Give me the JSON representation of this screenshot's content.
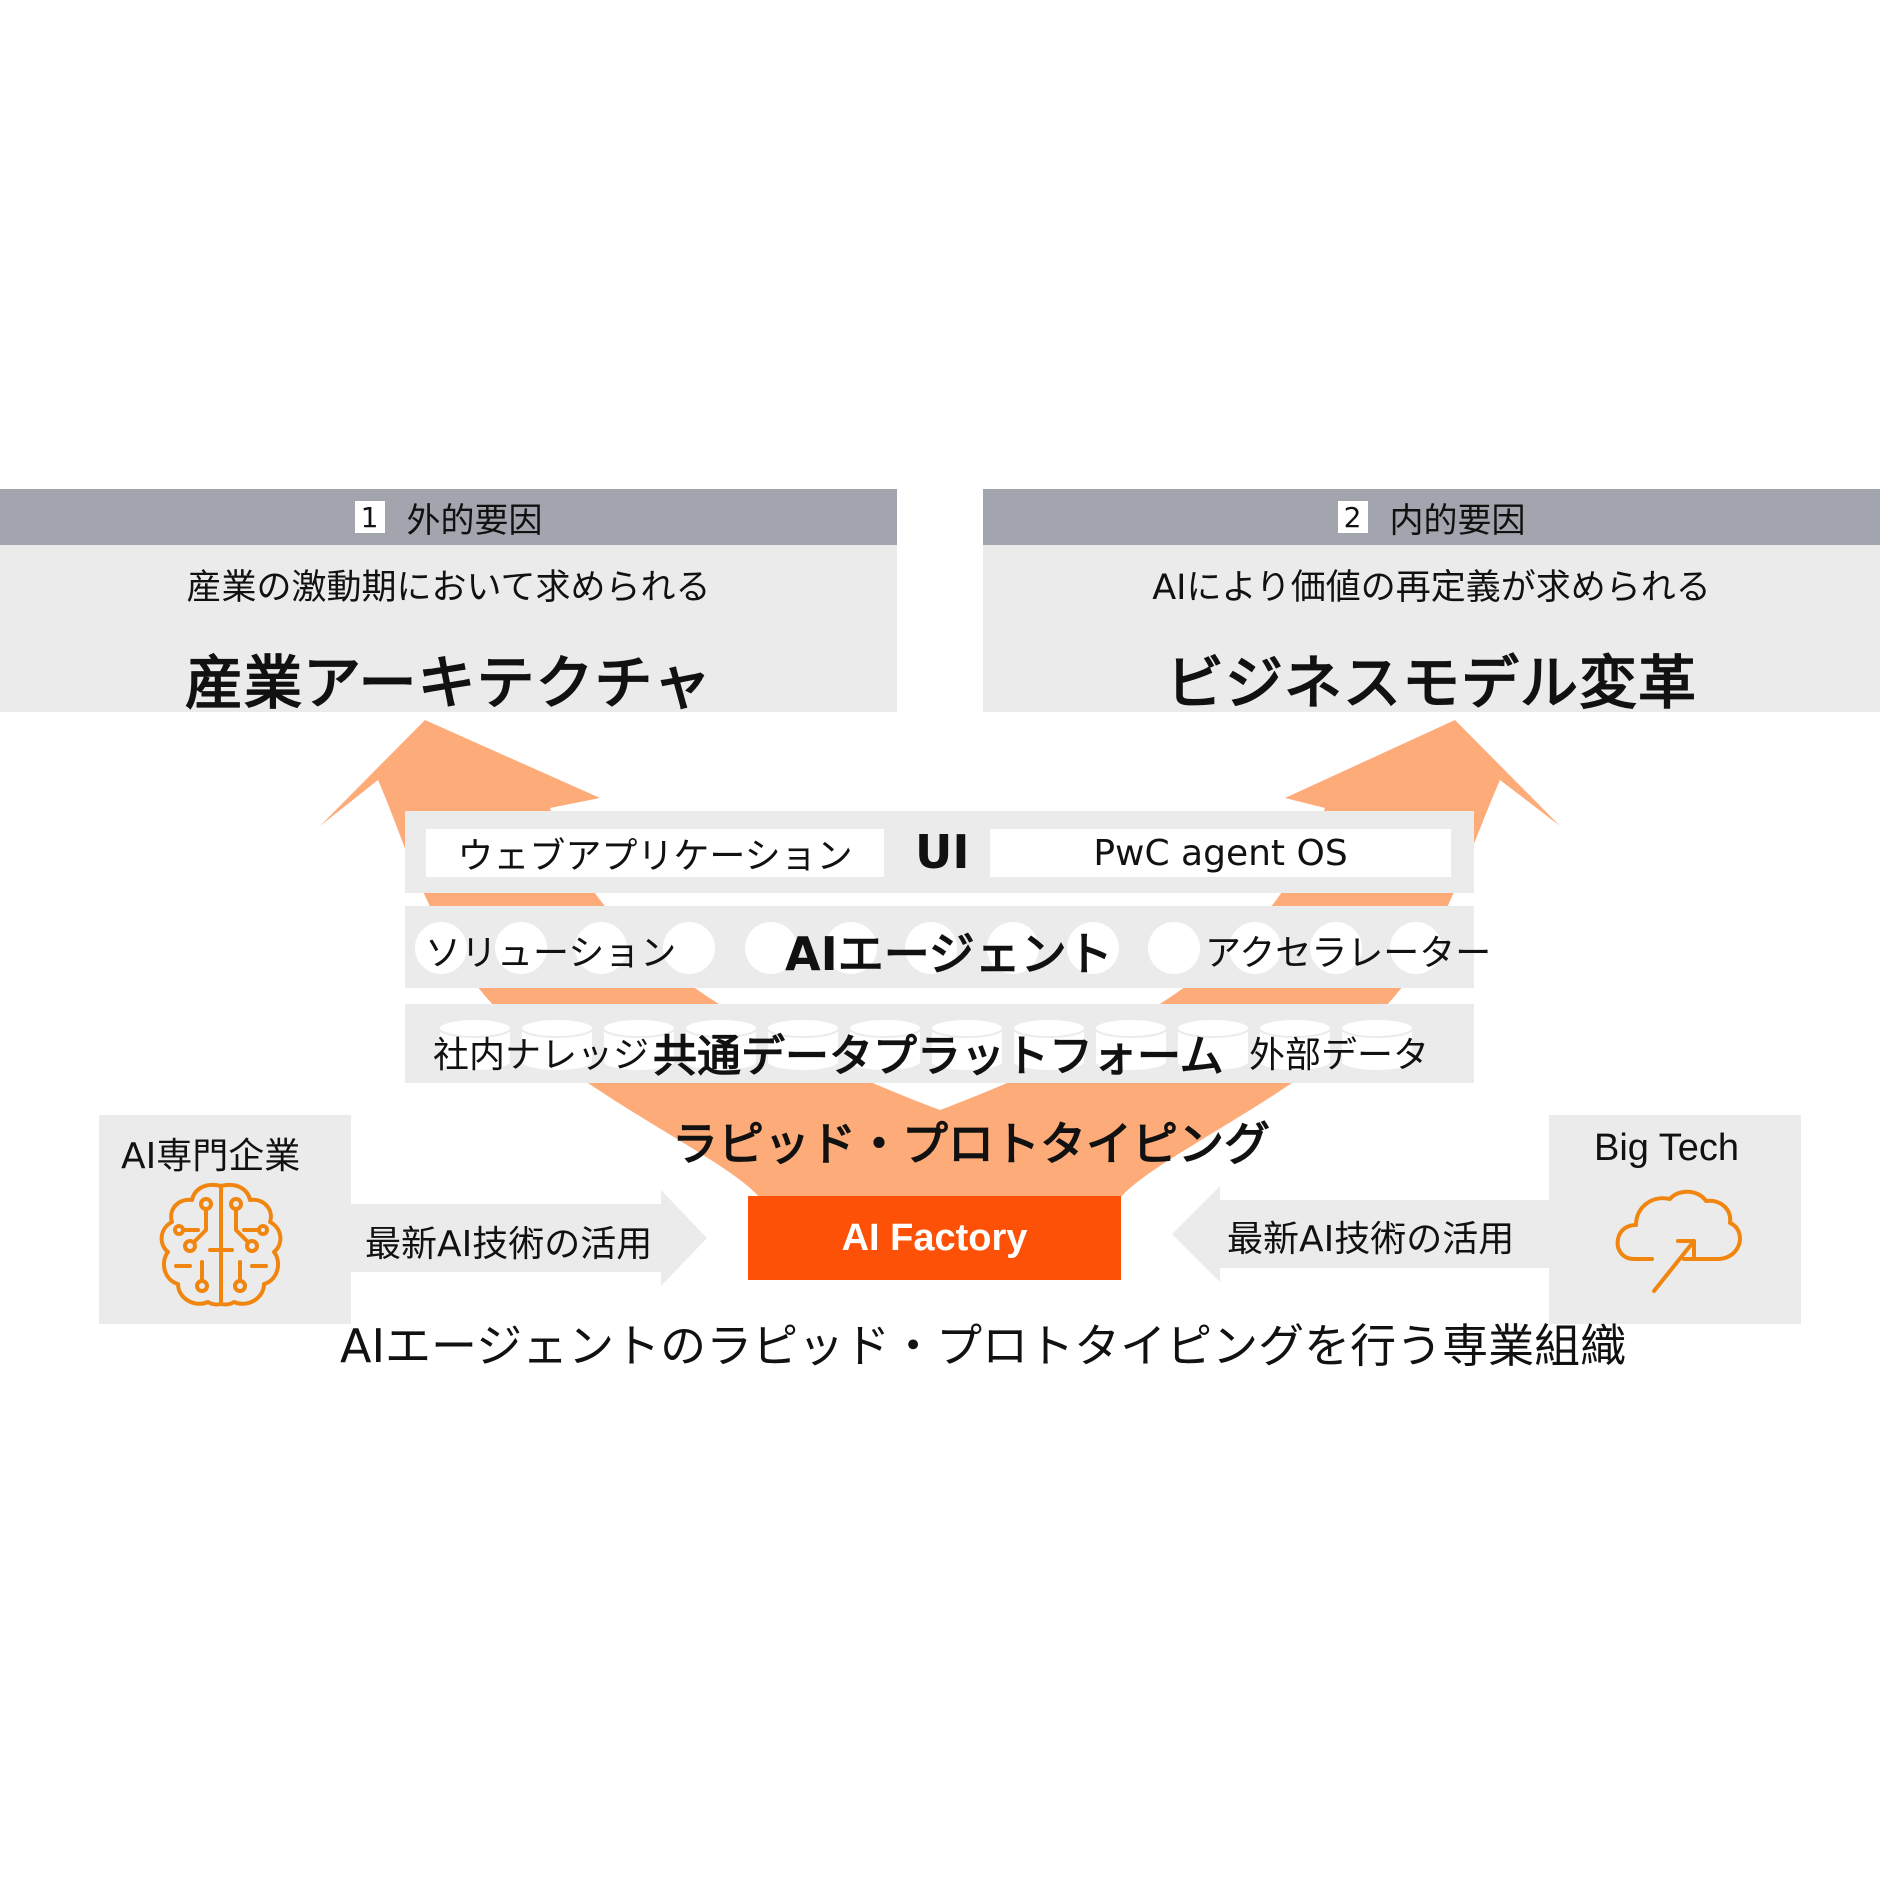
{
  "left_header": {
    "number": "1",
    "title": "外的要因",
    "subtitle": "産業の激動期において求められる",
    "main": "産業アーキテクチャ"
  },
  "right_header": {
    "number": "2",
    "title": "内的要因",
    "subtitle": "AIにより価値の再定義が求められる",
    "main": "ビジネスモデル変革"
  },
  "layers": {
    "ui": {
      "left": "ウェブアプリケーション",
      "center": "UI",
      "right": "PwC agent OS"
    },
    "agent": {
      "left": "ソリューション",
      "center": "AIエージェント",
      "right": "アクセラレーター"
    },
    "data": {
      "left": "社内ナレッジ",
      "center": "共通データプラットフォーム",
      "right": "外部データ"
    }
  },
  "rapid_label": "ラピッド・プロトタイピング",
  "factory_label": "AI Factory",
  "left_partner": {
    "title": "AI専門企業",
    "icon": "brain-circuit-icon",
    "arrow_label": "最新AI技術の活用"
  },
  "right_partner": {
    "title": "Big Tech",
    "icon": "cloud-arrow-icon",
    "arrow_label": "最新AI技術の活用"
  },
  "caption": "AIエージェントのラピッド・プロトタイピングを行う専業組織",
  "colors": {
    "accent": "#fd5108",
    "arrow": "#fdab78",
    "gray_header": "#a2a5ad",
    "panel": "#ebebeb"
  }
}
